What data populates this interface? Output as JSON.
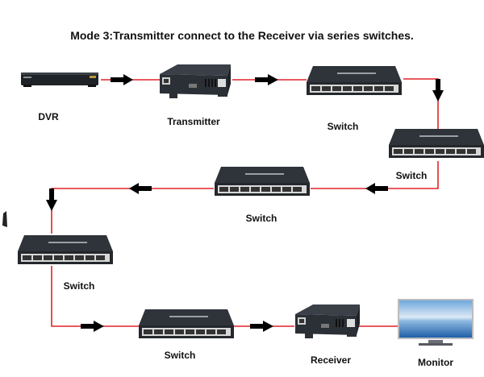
{
  "title": "Mode 3:Transmitter connect to the Receiver via series switches.",
  "colors": {
    "cable": "#e0232a",
    "arrow": "#000000",
    "device_body": "#2b2f36",
    "device_top": "#3a3f48",
    "port": "#d8d8d8",
    "screen_sky": "#3f8fd6"
  },
  "devices": [
    {
      "id": "dvr",
      "label": "DVR",
      "icon": "dvr-icon"
    },
    {
      "id": "transmitter",
      "label": "Transmitter",
      "icon": "hdmi-extender-icon"
    },
    {
      "id": "switch1",
      "label": "Switch",
      "icon": "network-switch-icon"
    },
    {
      "id": "switch2",
      "label": "Switch",
      "icon": "network-switch-icon"
    },
    {
      "id": "switch3",
      "label": "Switch",
      "icon": "network-switch-icon"
    },
    {
      "id": "switch4",
      "label": "Switch",
      "icon": "network-switch-icon"
    },
    {
      "id": "switch5",
      "label": "Switch",
      "icon": "network-switch-icon"
    },
    {
      "id": "receiver",
      "label": "Receiver",
      "icon": "hdmi-extender-icon"
    },
    {
      "id": "monitor",
      "label": "Monitor",
      "icon": "monitor-icon"
    }
  ],
  "connections": [
    {
      "from": "DVR",
      "to": "Transmitter",
      "direction": "right"
    },
    {
      "from": "Transmitter",
      "to": "Switch",
      "direction": "right"
    },
    {
      "from": "Switch",
      "to": "Switch",
      "direction": "down"
    },
    {
      "from": "Switch",
      "to": "Switch",
      "direction": "left"
    },
    {
      "from": "Switch",
      "to": "Switch",
      "direction": "down"
    },
    {
      "from": "Switch",
      "to": "Switch",
      "direction": "right"
    },
    {
      "from": "Switch",
      "to": "Receiver",
      "direction": "right"
    },
    {
      "from": "Receiver",
      "to": "Monitor",
      "direction": "none"
    }
  ]
}
